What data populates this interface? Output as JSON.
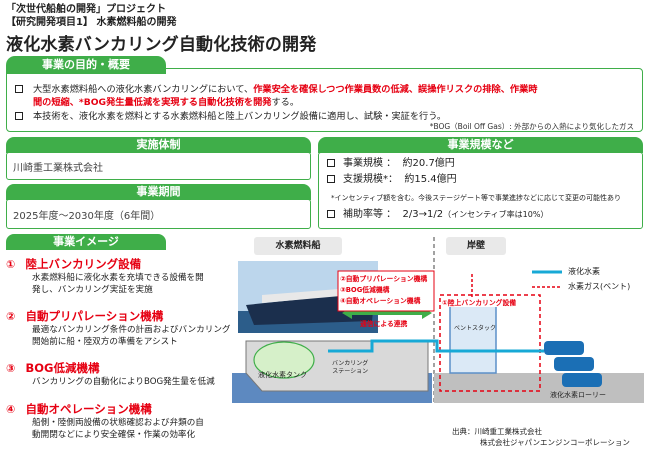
{
  "header": {
    "project": "「次世代船舶の開発」プロジェクト",
    "subproject": "【研究開発項目1】 水素燃料船の開発",
    "title": "液化水素バンカリング自動化技術の開発"
  },
  "purpose": {
    "label": "事業の目的・概要",
    "line1_plain": "大型水素燃料船への液化水素バンカリングにおいて、",
    "line1_red": "作業安全を確保しつつ作業員数の低減、誤操作リスクの排除、作業時",
    "line2_red": "間の短縮、*BOG発生量低減を実現する自動化技術を開発",
    "line2_plain": "する。",
    "line3": "本技術を、液化水素を燃料とする水素燃料船と陸上バンカリング設備に適用し、試験・実証を行う。",
    "note": "*BOG（Boil Off Gas）: 外部からの入熱により気化したガス"
  },
  "org": {
    "label": "実施体制",
    "value": "川崎重工業株式会社"
  },
  "period": {
    "label": "事業期間",
    "value": "2025年度〜2030年度（6年間）"
  },
  "scale": {
    "label": "事業規模など",
    "row1_label": "事業規模 ：",
    "row1_value": "約20.7億円",
    "row2_label": "支援規模*：",
    "row2_value": "約15.4億円",
    "note": "*インセンティブ額を含む。今後ステージゲート等で事業進捗などに応じて変更の可能性あり",
    "row3_label": "補助率等 ：",
    "row3_value": "2/3→1/2",
    "row3_note": "（インセンティブ率は10%）"
  },
  "image": {
    "label": "事業イメージ",
    "items": [
      {
        "num": "①",
        "title": "陸上バンカリング設備",
        "desc1": "水素燃料船に液化水素を充填できる設備を開",
        "desc2": "発し、バンカリング実証を実施"
      },
      {
        "num": "②",
        "title": "自動プリパレーション機構",
        "desc1": "最適なバンカリング条件の計画およびバンカリング",
        "desc2": "開始前に船・陸双方の準備をアシスト"
      },
      {
        "num": "③",
        "title": "BOG低減機構",
        "desc1": "バンカリングの自動化によりBOG発生量を低減",
        "desc2": ""
      },
      {
        "num": "④",
        "title": "自動オペレーション機構",
        "desc1": "船側・陸側両設備の状態確認および弁類の自",
        "desc2": "動開閉などにより安全確保・作業の効率化"
      }
    ]
  },
  "diagram": {
    "ship_label": "水素燃料船",
    "shore_label": "岸壁",
    "legend_lh2": "液化水素",
    "legend_gas": "水素ガス(ベント)",
    "callout_2": "②自動プリパレーション機構",
    "callout_3": "③BOG低減機構",
    "callout_4": "④自動オペレーション機構",
    "comm": "通信による連携",
    "callout_1": "①陸上バンカリング設備",
    "vent_stack": "ベントスタック",
    "lh2_tank": "液化水素タンク",
    "station_l1": "バンカリング",
    "station_l2": "ステーション",
    "lorry": "液化水素ローリー",
    "source_label": "出典：",
    "source1": "川崎重工業株式会社",
    "source2": "株式会社ジャパンエンジンコーポレーション"
  },
  "colors": {
    "green": "#3fae49",
    "red": "#e60012",
    "cyan": "#17a9d6",
    "lightgreen": "#d6f0c9"
  }
}
